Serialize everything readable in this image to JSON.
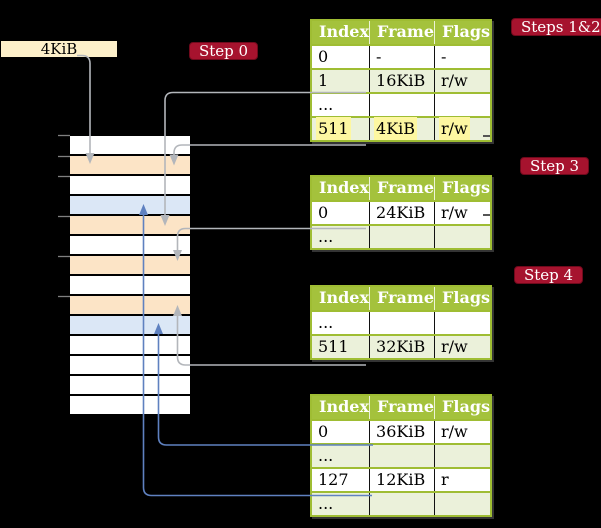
{
  "colors": {
    "background": "#000000",
    "table_header_bg": "#a4c23c",
    "table_border": "#9fbd33",
    "row_alt_bg": "#ebf1da",
    "row_white_bg": "#ffffff",
    "highlight_bg": "#fdf7a1",
    "step_label_bg": "#a6132e",
    "step_label_text": "#ffffff",
    "frame_box_bg": "#fdf0ca",
    "mem_peach": "#fce4c6",
    "mem_blue": "#dbe7f6",
    "mem_white": "#ffffff",
    "arrow_gray": "#b3b6bb",
    "arrow_blue": "#5f81c0"
  },
  "frame_size_box": {
    "label": "4KiB"
  },
  "step_labels": {
    "step0": "Step 0",
    "steps12": "Steps 1&2",
    "step3": "Step 3",
    "step4": "Step 4"
  },
  "memory_stack": {
    "rows": [
      {
        "shade": "white"
      },
      {
        "shade": "peach"
      },
      {
        "shade": "white"
      },
      {
        "shade": "blue"
      },
      {
        "shade": "peach"
      },
      {
        "shade": "white"
      },
      {
        "shade": "peach"
      },
      {
        "shade": "white"
      },
      {
        "shade": "peach"
      },
      {
        "shade": "blue"
      },
      {
        "shade": "white"
      },
      {
        "shade": "white"
      },
      {
        "shade": "white"
      },
      {
        "shade": "white"
      }
    ]
  },
  "page_tables": [
    {
      "id": "level-1",
      "columns": [
        "Index",
        "Frame",
        "Flags"
      ],
      "rows": [
        {
          "index": "0",
          "frame": "-",
          "flags": "-",
          "shade": "white"
        },
        {
          "index": "1",
          "frame": "16KiB",
          "flags": "r/w",
          "shade": "green"
        },
        {
          "index": "...",
          "frame": "",
          "flags": "",
          "shade": "white"
        },
        {
          "index": "511",
          "frame": "4KiB",
          "flags": "r/w",
          "shade": "green",
          "highlighted": true
        }
      ]
    },
    {
      "id": "level-2",
      "columns": [
        "Index",
        "Frame",
        "Flags"
      ],
      "rows": [
        {
          "index": "0",
          "frame": "24KiB",
          "flags": "r/w",
          "shade": "white"
        },
        {
          "index": "...",
          "frame": "",
          "flags": "",
          "shade": "green"
        }
      ]
    },
    {
      "id": "level-3",
      "columns": [
        "Index",
        "Frame",
        "Flags"
      ],
      "rows": [
        {
          "index": "...",
          "frame": "",
          "flags": "",
          "shade": "white"
        },
        {
          "index": "511",
          "frame": "32KiB",
          "flags": "r/w",
          "shade": "green"
        }
      ]
    },
    {
      "id": "level-4",
      "columns": [
        "Index",
        "Frame",
        "Flags"
      ],
      "rows": [
        {
          "index": "0",
          "frame": "36KiB",
          "flags": "r/w",
          "shade": "white"
        },
        {
          "index": "...",
          "frame": "",
          "flags": "",
          "shade": "green"
        },
        {
          "index": "127",
          "frame": "12KiB",
          "flags": "r",
          "shade": "white"
        },
        {
          "index": "...",
          "frame": "",
          "flags": "",
          "shade": "green"
        }
      ]
    }
  ]
}
